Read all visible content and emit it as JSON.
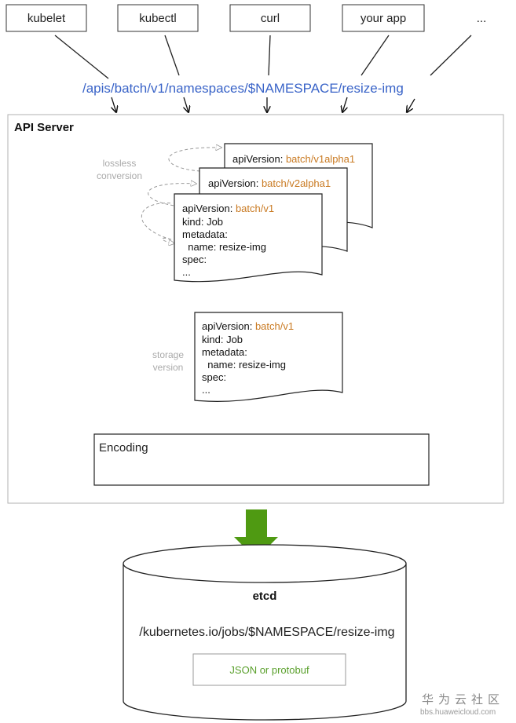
{
  "clients": [
    "kubelet",
    "kubectl",
    "curl",
    "your app",
    "..."
  ],
  "url": "/apis/batch/v1/namespaces/$NAMESPACE/resize-img",
  "api_server": {
    "title": "API Server",
    "conversion_note": [
      "lossless",
      "conversion"
    ],
    "storage_note": [
      "storage",
      "version"
    ],
    "doc_back": {
      "key": "apiVersion: ",
      "value": "batch/v1alpha1"
    },
    "doc_middle": {
      "key": "apiVersion: ",
      "value": "batch/v2alpha1"
    },
    "doc_front": {
      "key": "apiVersion: ",
      "value": "batch/v1",
      "lines": [
        "kind: Job",
        "metadata:",
        "  name: resize-img",
        "spec:",
        "..."
      ]
    },
    "doc_storage": {
      "key": "apiVersion: ",
      "value": "batch/v1",
      "lines": [
        "kind: Job",
        "metadata:",
        "  name: resize-img",
        "spec:",
        "..."
      ]
    },
    "encoding_label": "Encoding"
  },
  "etcd": {
    "title": "etcd",
    "path": "/kubernetes.io/jobs/$NAMESPACE/resize-img",
    "format_label": "JSON or protobuf"
  },
  "watermark": {
    "brand": "华为云社区",
    "site": "bbs.huaweicloud.com"
  },
  "colors": {
    "url": "#3a64c8",
    "value": "#c97a22",
    "arrow": "#4f9a12",
    "json": "#5aa02c",
    "note": "#aaaaaa"
  }
}
